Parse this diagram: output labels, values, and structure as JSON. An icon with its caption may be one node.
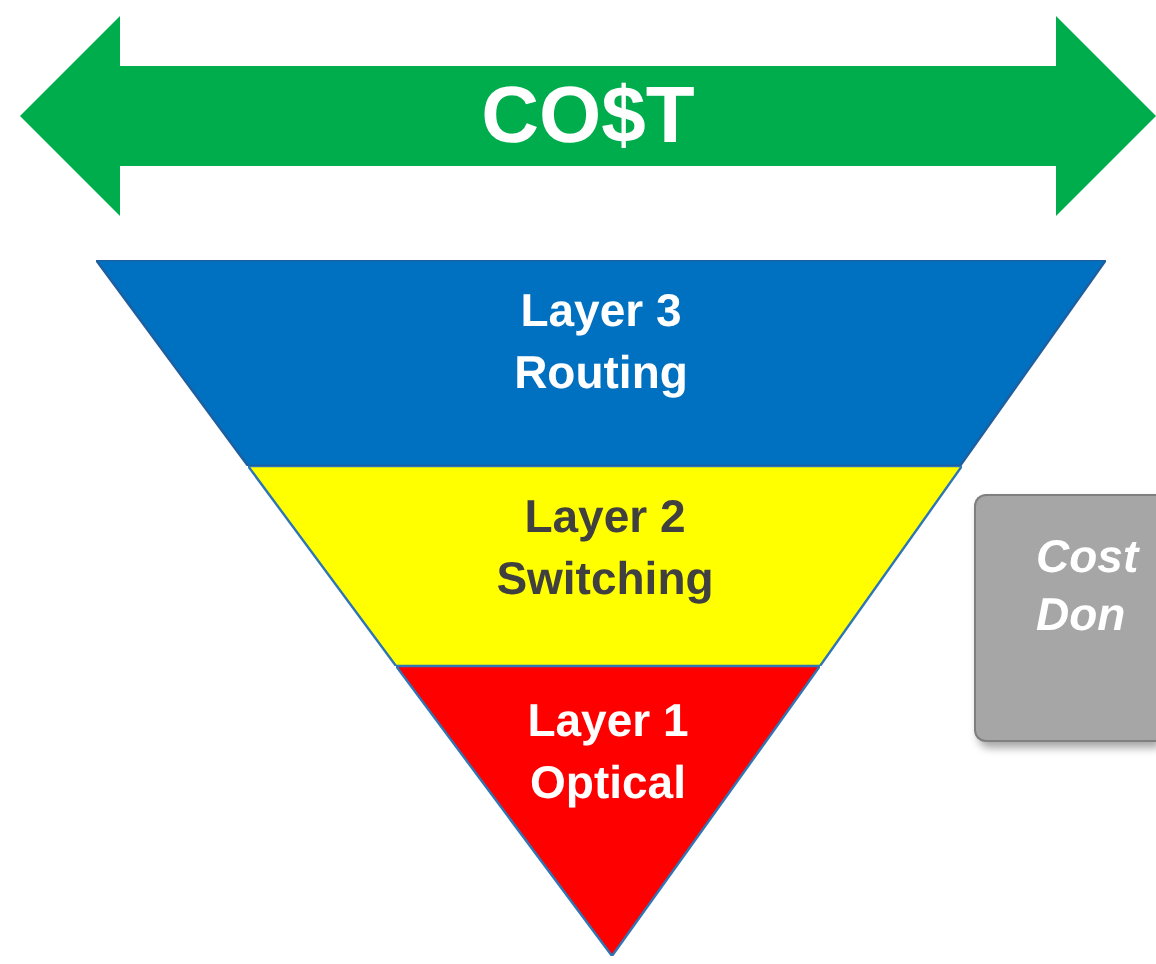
{
  "diagram": {
    "nodes": [
      {
        "text": [
          "CO$T"
        ]
      },
      {
        "text": [
          "Layer 3 Routing"
        ]
      },
      {
        "text": [
          "Layer 2 Switching"
        ]
      },
      {
        "text": [
          "Layer 1 Optical"
        ]
      },
      {
        "text": [
          "Cost Don"
        ]
      }
    ]
  }
}
